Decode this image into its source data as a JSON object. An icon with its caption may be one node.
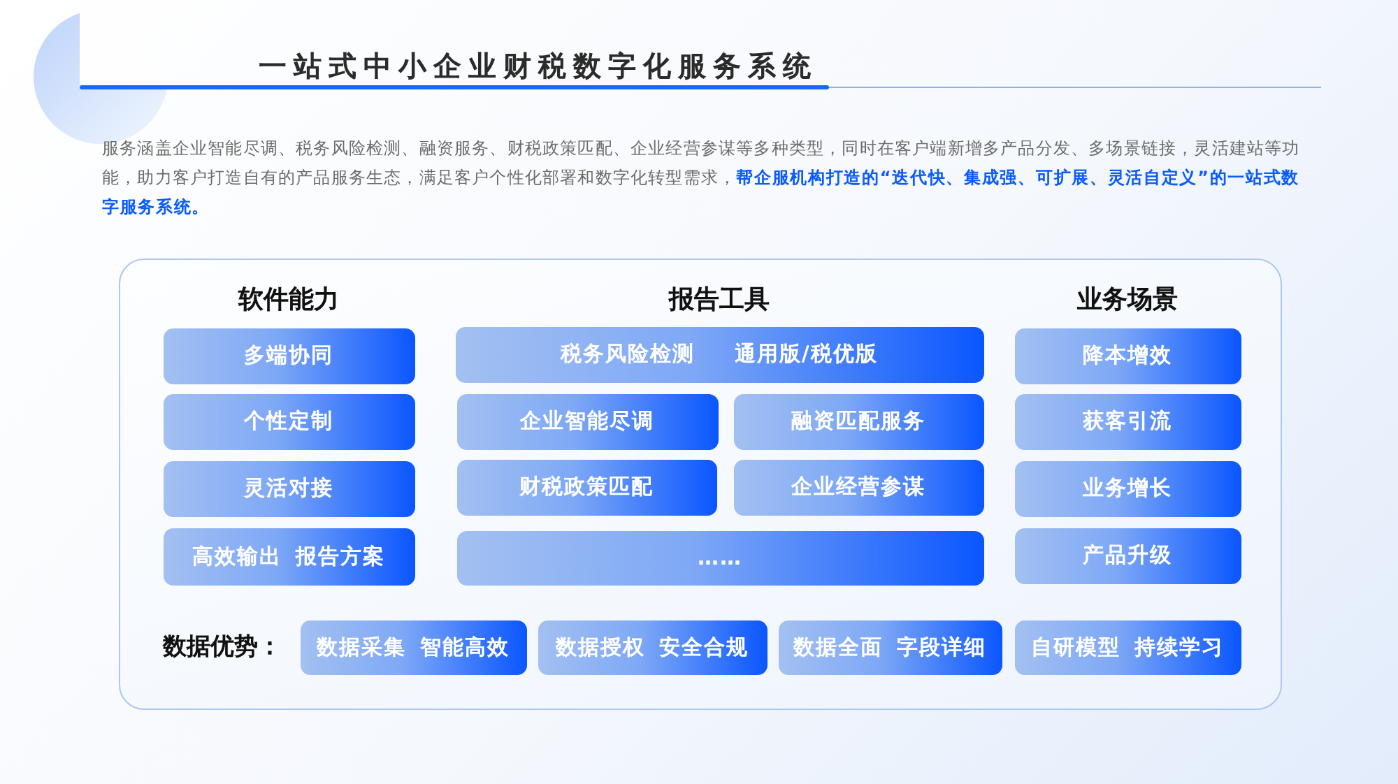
{
  "diagram": {
    "title": "一站式中小企业财税数字化服务系统",
    "nodes": [
      {
        "text": [],
        "shape": "box"
      },
      {
        "text": [
          "多端协同"
        ],
        "in": 0
      },
      {
        "text": [
          "个性定制"
        ],
        "in": 0
      },
      {
        "text": [
          "灵活对接"
        ],
        "in": 0
      },
      {
        "text": [
          "高效输出 报告方案"
        ],
        "in": 0
      },
      {
        "text": [
          "税务风险检测 通用版/税优版"
        ],
        "in": 0
      },
      {
        "text": [
          "企业智能尽调"
        ],
        "in": 0
      },
      {
        "text": [
          "融资匹配服务"
        ],
        "in": 0
      },
      {
        "text": [
          "财税政策匹配"
        ],
        "in": 0
      },
      {
        "text": [
          "企业经营参谋"
        ],
        "in": 0
      },
      {
        "text": [
          "……"
        ],
        "in": 0
      },
      {
        "text": [
          "降本增效"
        ],
        "in": 0
      },
      {
        "text": [
          "获客引流"
        ],
        "in": 0
      },
      {
        "text": [
          "业务增长"
        ],
        "in": 0
      },
      {
        "text": [
          "产品升级"
        ],
        "in": 0
      },
      {
        "text": [
          "数据采集 智能高效"
        ],
        "in": 0
      },
      {
        "text": [
          "数据授权 安全合规"
        ],
        "in": 0
      },
      {
        "text": [
          "数据全面 字段详细"
        ],
        "in": 0
      },
      {
        "text": [
          "自研模型 持续学习"
        ],
        "in": 0
      }
    ],
    "labels": [
      "服务涵盖企业智能尽调、税务风险检测、融资服务、财税政策匹配、企业经营参谋等多种类型，同时在客户端新增多产品分发、多场景链接，灵活建站等功能，助力客户打造自有的产品服务生态，满足客户个性化部署和数字化转型需求，**帮企服机构打造的“迭代快、集成强、可扩展、灵活自定义”的一站式数字服务系统。**",
      "软件能力",
      "报告工具",
      "业务场景",
      "数据优势："
    ]
  }
}
